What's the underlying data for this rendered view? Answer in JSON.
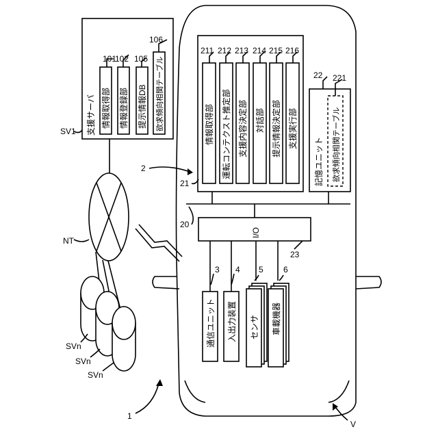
{
  "figure_label": "1",
  "vehicle_label": "V",
  "support_server": {
    "label": "SV1",
    "title": "支援サーバ",
    "units": [
      {
        "ref": "101",
        "text": "情報取得部"
      },
      {
        "ref": "102",
        "text": "情報登録部"
      },
      {
        "ref": "105",
        "text": "提示情報DB"
      },
      {
        "ref": "106",
        "text": "欲求傾向相関テーブル"
      }
    ]
  },
  "network_label": "NT",
  "other_servers": [
    "SVn",
    "SVn",
    "SVn"
  ],
  "vehicle_device_label": "2",
  "control_unit": {
    "ref": "21",
    "units": [
      {
        "ref": "211",
        "text": "情報取得部"
      },
      {
        "ref": "212",
        "text": "運転コンテクスト推定部"
      },
      {
        "ref": "213",
        "text": "支援内容決定部"
      },
      {
        "ref": "214",
        "text": "対話部"
      },
      {
        "ref": "215",
        "text": "提示情報決定部"
      },
      {
        "ref": "216",
        "text": "支援実行部"
      }
    ]
  },
  "storage_unit": {
    "ref": "22",
    "title": "記憶ユニット",
    "table_ref": "221",
    "table_text": "欲求傾向相関テーブル"
  },
  "bus_ref": "20",
  "io": {
    "text": "I/O",
    "ref": "23"
  },
  "peripherals": [
    {
      "ref": "3",
      "text": "通信ユニット"
    },
    {
      "ref": "4",
      "text": "入出力装置"
    },
    {
      "ref": "5",
      "text": "センサ"
    },
    {
      "ref": "6",
      "text": "車載機器"
    }
  ]
}
